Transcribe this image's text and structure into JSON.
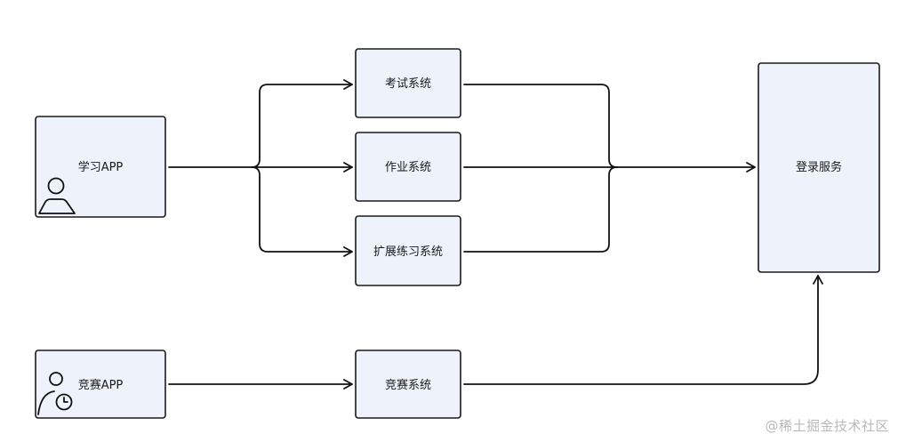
{
  "nodes": {
    "study_app": {
      "label": "学习APP"
    },
    "contest_app": {
      "label": "竞赛APP"
    },
    "exam_system": {
      "label": "考试系统"
    },
    "homework_system": {
      "label": "作业系统"
    },
    "practice_system": {
      "label": "扩展练习系统"
    },
    "contest_system": {
      "label": "竞赛系统"
    },
    "login_service": {
      "label": "登录服务"
    }
  },
  "icons": {
    "study_app": "user-icon",
    "contest_app": "user-clock-icon"
  },
  "colors": {
    "node_fill": "#edf2fb",
    "stroke": "#111111",
    "watermark": "#b9b9b9"
  },
  "watermark": "@稀土掘金技术社区"
}
